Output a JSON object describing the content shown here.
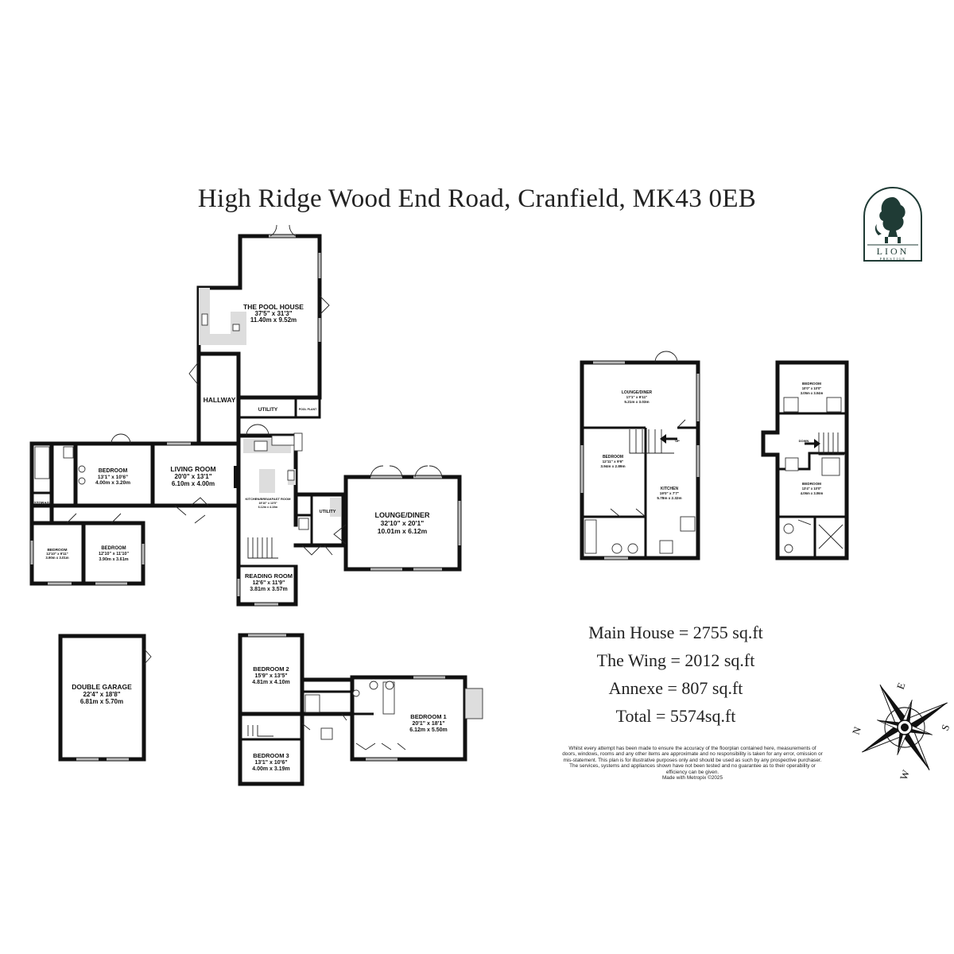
{
  "title": "High Ridge Wood End Road, Cranfield, MK43 0EB",
  "logo": {
    "name": "LION",
    "sub": "PRESTIGE",
    "color": "#1f3b35"
  },
  "rooms": {
    "pool_house": {
      "name": "THE POOL HOUSE",
      "imperial": "37'5\"  x 31'3\"",
      "metric": "11.40m  x 9.52m"
    },
    "hallway": {
      "name": "HALLWAY"
    },
    "utility_top": {
      "name": "UTILITY"
    },
    "pool_plant": {
      "name": "POOL PLANT"
    },
    "bedroom_a": {
      "name": "BEDROOM",
      "imperial": "13'1\"  x 10'6\"",
      "metric": "4.00m  x 3.20m"
    },
    "living_room": {
      "name": "LIVING ROOM",
      "imperial": "20'0\"  x 13'1\"",
      "metric": "6.10m  x 4.00m"
    },
    "kitchen_breakfast": {
      "name": "KITCHEN/BREAKFAST ROOM",
      "imperial": "19'10\"  x 13'5\"",
      "metric": "6.12m  x 4.10m"
    },
    "storage": {
      "name": "STORAGE"
    },
    "utility_mid": {
      "name": "UTILITY"
    },
    "lounge_diner": {
      "name": "LOUNGE/DINER",
      "imperial": "32'10\"  x 20'1\"",
      "metric": "10.01m  x 6.12m"
    },
    "bedroom_b": {
      "name": "BEDROOM",
      "imperial": "12'10\"  x 9'11\"",
      "metric": "3.90m  x 3.01m"
    },
    "bedroom_c": {
      "name": "BEDROOM",
      "imperial": "12'10\"  x 11'10\"",
      "metric": "3.90m  x 3.61m"
    },
    "reading_room": {
      "name": "READING ROOM",
      "imperial": "12'6\"  x 11'9\"",
      "metric": "3.81m  x 3.57m"
    },
    "double_garage": {
      "name": "DOUBLE GARAGE",
      "imperial": "22'4\"  x 18'8\"",
      "metric": "6.81m  x 5.70m"
    },
    "bedroom_2": {
      "name": "BEDROOM 2",
      "imperial": "15'9\"  x 13'5\"",
      "metric": "4.81m  x 4.10m"
    },
    "bedroom_1": {
      "name": "BEDROOM 1",
      "imperial": "20'1\"  x 18'1\"",
      "metric": "6.12m  x 5.50m"
    },
    "bedroom_3": {
      "name": "BEDROOM 3",
      "imperial": "13'1\"  x 10'6\"",
      "metric": "4.00m  x 3.19m"
    },
    "wing_lounge": {
      "name": "LOUNGE/DINER",
      "imperial": "17'1\"  x 9'11\"",
      "metric": "5.21m  x 3.03m"
    },
    "wing_bedroom": {
      "name": "BEDROOM",
      "imperial": "12'11\"  x 9'6\"",
      "metric": "3.94m  x 2.89m"
    },
    "wing_kitchen": {
      "name": "KITCHEN",
      "imperial": "19'0\"  x 7'7\"",
      "metric": "5.78m  x 2.32m"
    },
    "annexe_bed_top": {
      "name": "BEDROOM",
      "imperial": "10'0\"  x 10'0\"",
      "metric": "3.05m  x 3.04m"
    },
    "annexe_bed_bottom": {
      "name": "BEDROOM",
      "imperial": "13'4\"  x 10'0\"",
      "metric": "4.06m  x 3.06m"
    }
  },
  "stair_labels": {
    "up": "UP",
    "down": "DOWN"
  },
  "areas": [
    "Main House = 2755 sq.ft",
    "The Wing = 2012 sq.ft",
    "Annexe = 807 sq.ft",
    "Total = 5574sq.ft"
  ],
  "disclaimer": "Whilst every attempt has been made to ensure the accuracy of the floorplan contained here, measurements of doors, windows, rooms and any other items are approximate and no responsibility is taken for any error, omission or mis-statement. This plan is for illustrative purposes only and should be used as such by any prospective purchaser. The services, systems and appliances shown have not been tested and no guarantee as to their operability or efficiency can be given.",
  "made_with": "Made with Metropix ©2025",
  "compass": {
    "n": "N",
    "e": "E",
    "s": "S",
    "w": "W"
  }
}
